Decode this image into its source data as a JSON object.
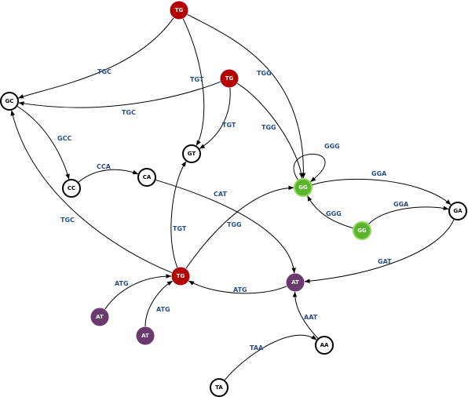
{
  "colors": {
    "plain": "#ffffff",
    "red": "#b30000",
    "green": "#5cb32e",
    "purple": "#6b3a6e",
    "edge_label": "#2a4f86"
  },
  "nodes": [
    {
      "id": "tg-top",
      "label": "TG",
      "style": "red"
    },
    {
      "id": "tg-mid",
      "label": "TG",
      "style": "red"
    },
    {
      "id": "tg-low",
      "label": "TG",
      "style": "red"
    },
    {
      "id": "gc",
      "label": "GC",
      "style": "plain"
    },
    {
      "id": "gt",
      "label": "GT",
      "style": "plain"
    },
    {
      "id": "cc",
      "label": "CC",
      "style": "plain"
    },
    {
      "id": "ca",
      "label": "CA",
      "style": "plain"
    },
    {
      "id": "gg-main",
      "label": "GG",
      "style": "green"
    },
    {
      "id": "gg-right",
      "label": "GG",
      "style": "green"
    },
    {
      "id": "ga",
      "label": "GA",
      "style": "plain"
    },
    {
      "id": "at-mid",
      "label": "AT",
      "style": "purple"
    },
    {
      "id": "at-left",
      "label": "AT",
      "style": "purple"
    },
    {
      "id": "at-bot",
      "label": "AT",
      "style": "purple"
    },
    {
      "id": "aa",
      "label": "AA",
      "style": "plain"
    },
    {
      "id": "ta",
      "label": "TA",
      "style": "plain"
    }
  ],
  "edges": [
    {
      "id": "e1",
      "source": "tg-top",
      "target": "gc",
      "label": "TGC"
    },
    {
      "id": "e2",
      "source": "tg-top",
      "target": "gt",
      "label": "TGT"
    },
    {
      "id": "e3",
      "source": "tg-top",
      "target": "gg-main",
      "label": "TGG"
    },
    {
      "id": "e4",
      "source": "tg-mid",
      "target": "gc",
      "label": "TGC"
    },
    {
      "id": "e5",
      "source": "tg-mid",
      "target": "gt",
      "label": "TGT"
    },
    {
      "id": "e6",
      "source": "tg-mid",
      "target": "gg-main",
      "label": "TGG"
    },
    {
      "id": "e7",
      "source": "gc",
      "target": "cc",
      "label": "GCC"
    },
    {
      "id": "e8",
      "source": "cc",
      "target": "ca",
      "label": "CCA"
    },
    {
      "id": "e9",
      "source": "ca",
      "target": "at-mid",
      "label": "CAT"
    },
    {
      "id": "e10",
      "source": "tg-low",
      "target": "gc",
      "label": "TGC"
    },
    {
      "id": "e11",
      "source": "tg-low",
      "target": "gt",
      "label": "TGT"
    },
    {
      "id": "e12",
      "source": "tg-low",
      "target": "gg-main",
      "label": "TGG"
    },
    {
      "id": "e13",
      "source": "gg-main",
      "target": "gg-main",
      "label": "GGG"
    },
    {
      "id": "e14",
      "source": "gg-main",
      "target": "ga",
      "label": "GGA"
    },
    {
      "id": "e15",
      "source": "gg-right",
      "target": "gg-main",
      "label": "GGG"
    },
    {
      "id": "e16",
      "source": "gg-right",
      "target": "ga",
      "label": "GGA"
    },
    {
      "id": "e17",
      "source": "ga",
      "target": "at-mid",
      "label": "GAT"
    },
    {
      "id": "e18",
      "source": "at-mid",
      "target": "tg-low",
      "label": "ATG"
    },
    {
      "id": "e19",
      "source": "at-left",
      "target": "tg-low",
      "label": "ATG"
    },
    {
      "id": "e20",
      "source": "at-bot",
      "target": "tg-low",
      "label": "ATG"
    },
    {
      "id": "e21",
      "source": "aa",
      "target": "at-mid",
      "label": "AAT"
    },
    {
      "id": "e22",
      "source": "ta",
      "target": "aa",
      "label": "TAA"
    }
  ]
}
